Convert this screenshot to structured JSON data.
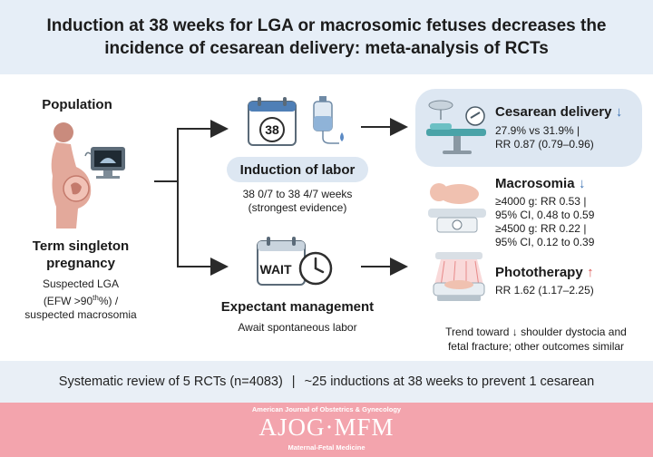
{
  "header": {
    "title": "Induction at 38 weeks for LGA or macrosomic fetuses decreases the incidence of cesarean delivery: meta-analysis of RCTs"
  },
  "population": {
    "heading": "Population",
    "title": "Term singleton pregnancy",
    "desc_line1": "Suspected LGA",
    "desc_line2_pre": "(EFW >90",
    "desc_line2_sup": "th",
    "desc_line2_post": "%) /",
    "desc_line3": "suspected macrosomia"
  },
  "induction": {
    "calendar_number": "38",
    "label": "Induction of labor",
    "desc_line1": "38 0/7 to 38 4/7 weeks",
    "desc_line2": "(strongest evidence)"
  },
  "expectant": {
    "calendar_word": "WAIT",
    "label": "Expectant management",
    "desc": "Await spontaneous labor"
  },
  "outcomes": {
    "cesarean": {
      "title": "Cesarean delivery",
      "arrow": "↓",
      "line1": "27.9% vs 31.9% |",
      "line2": "RR 0.87 (0.79–0.96)"
    },
    "macrosomia": {
      "title": "Macrosomia",
      "arrow": "↓",
      "line1": "≥4000 g: RR 0.53 |",
      "line2": "95% CI, 0.48 to 0.59",
      "line3": "≥4500 g: RR 0.22 |",
      "line4": "95% CI, 0.12 to 0.39"
    },
    "phototherapy": {
      "title": "Phototherapy",
      "arrow": "↑",
      "line1": "RR 1.62 (1.17–2.25)"
    }
  },
  "trend": {
    "line1": "Trend toward ↓ shoulder dystocia and",
    "line2": "fetal fracture; other outcomes similar"
  },
  "summary": {
    "left": "Systematic review of 5 RCTs (n=4083)",
    "separator": "|",
    "right": "~25 inductions at 38 weeks to prevent 1 cesarean"
  },
  "footer": {
    "journal": "American Journal of Obstetrics & Gynecology",
    "brand": "AJOG·MFM",
    "subbrand": "Maternal-Fetal Medicine"
  },
  "colors": {
    "header_bg": "#e6eef7",
    "accent_blue": "#3d72b4",
    "accent_red": "#d9534f",
    "footer_pink": "#f3a4ad",
    "box_blue": "#dde7f2"
  }
}
